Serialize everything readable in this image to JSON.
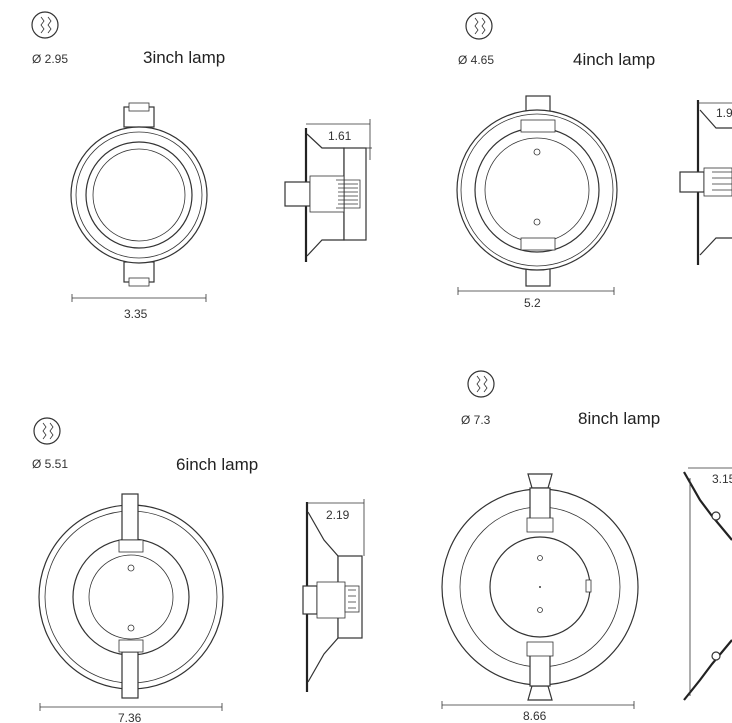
{
  "lamps": [
    {
      "title": "3inch lamp",
      "cutout": "Ø 2.95",
      "width": "3.35",
      "depth": "1.61"
    },
    {
      "title": "4inch lamp",
      "cutout": "Ø 4.65",
      "width": "5.2",
      "depth": "1.9"
    },
    {
      "title": "6inch lamp",
      "cutout": "Ø 5.51",
      "width": "7.36",
      "depth": "2.19"
    },
    {
      "title": "8inch lamp",
      "cutout": "Ø 7.3",
      "width": "8.66",
      "depth": "3.15"
    }
  ]
}
